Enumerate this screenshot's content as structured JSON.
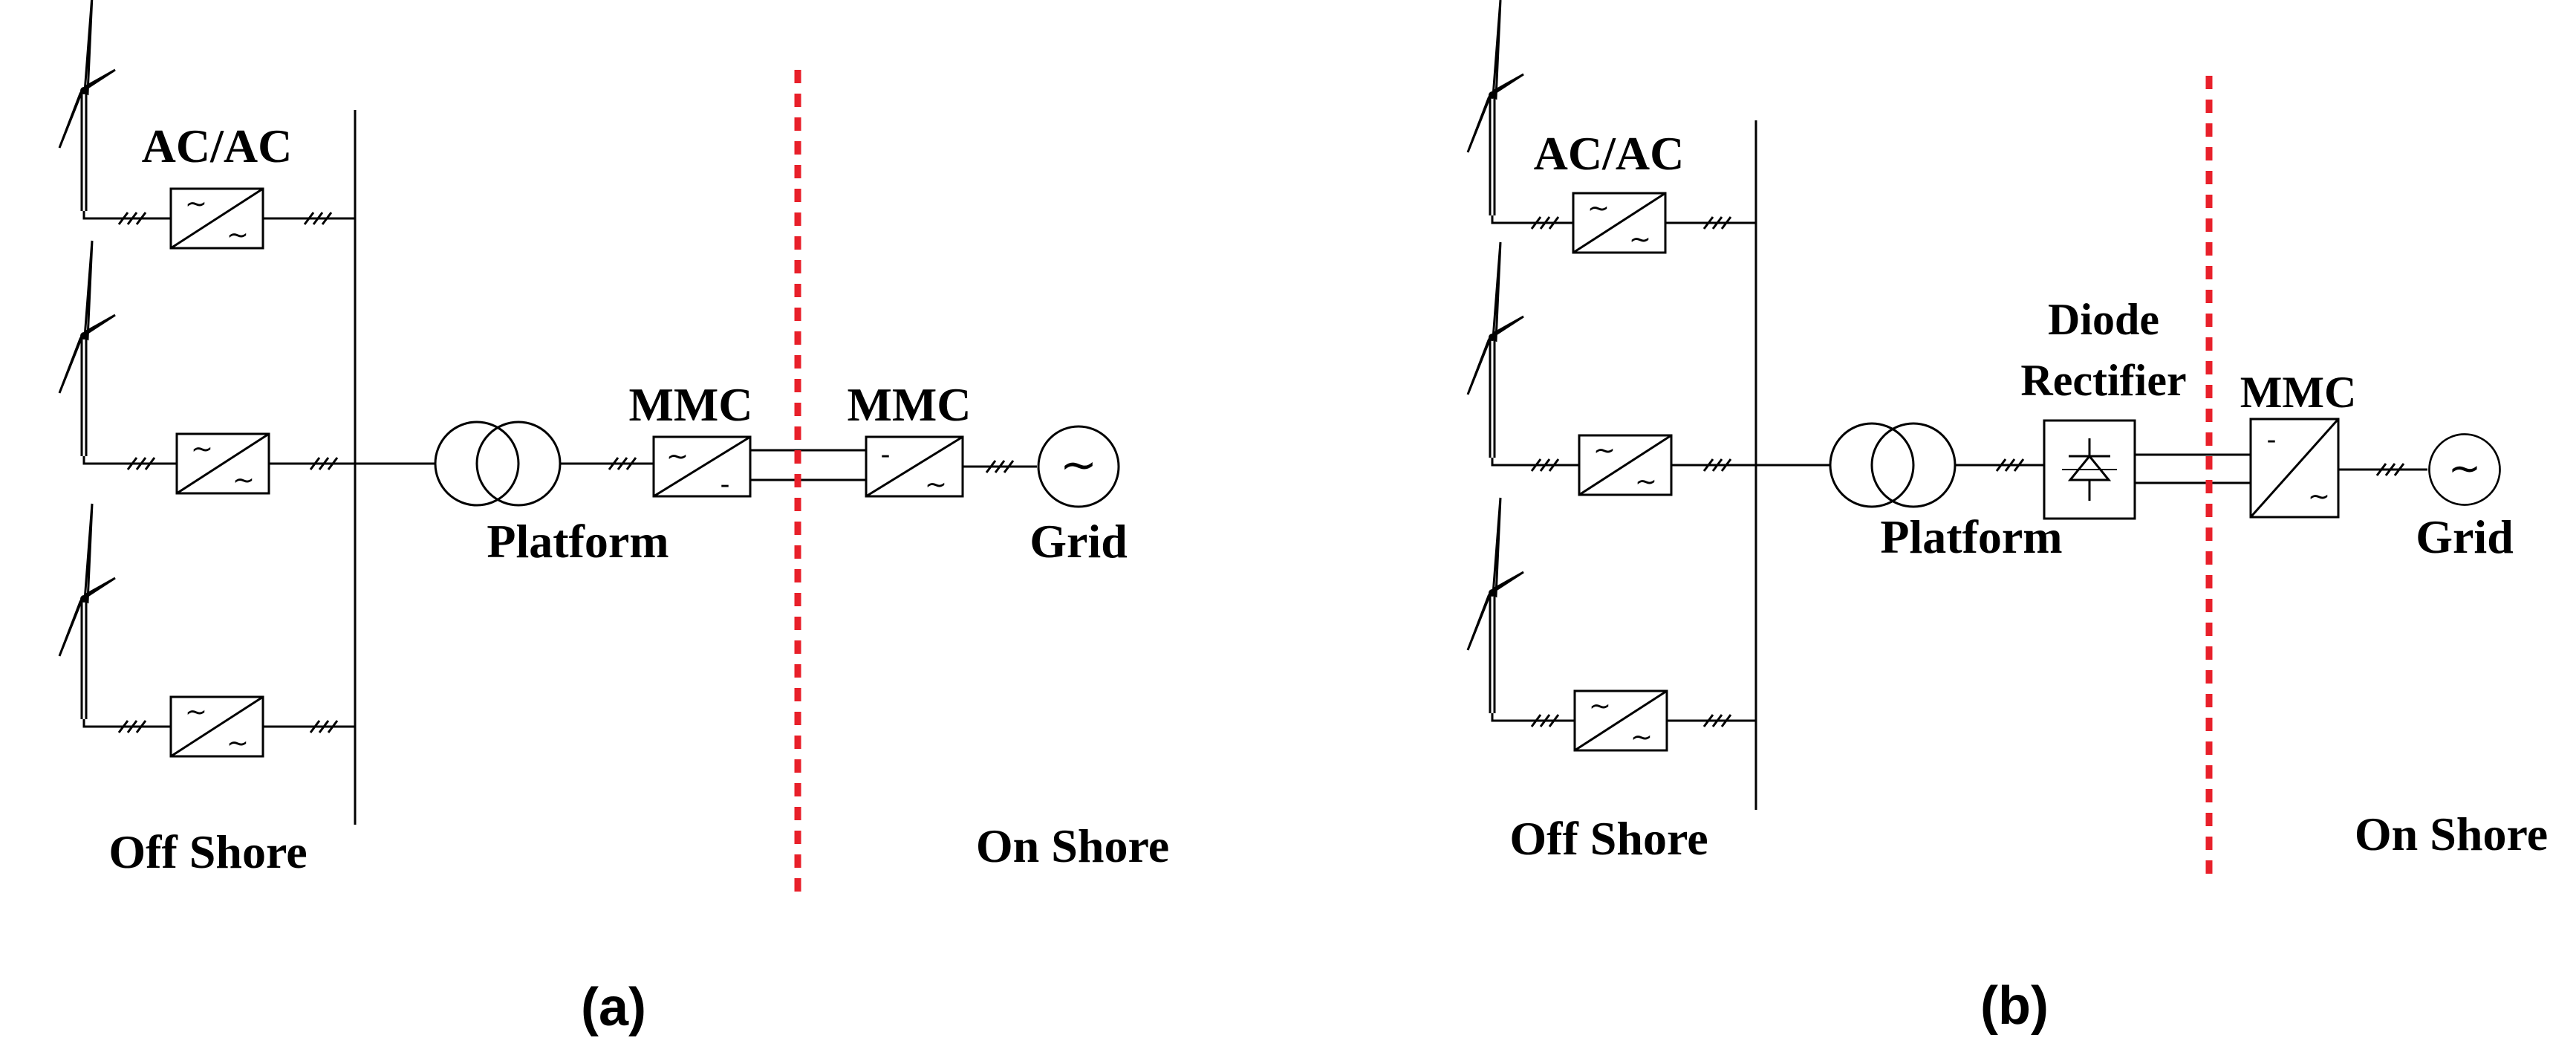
{
  "panel_a": {
    "caption": "(a)",
    "converter_label": "AC/AC",
    "offshore_label": "Off Shore",
    "onshore_label": "On Shore",
    "platform_label": "Platform",
    "mmc_offshore_label": "MMC",
    "mmc_onshore_label": "MMC",
    "grid_label": "Grid"
  },
  "panel_b": {
    "caption": "(b)",
    "converter_label": "AC/AC",
    "offshore_label": "Off Shore",
    "onshore_label": "On Shore",
    "platform_label": "Platform",
    "diode_label_line1": "Diode",
    "diode_label_line2": "Rectifier",
    "mmc_onshore_label": "MMC",
    "grid_label": "Grid"
  },
  "colors": {
    "line": "#000000",
    "boundary": "#e8202a",
    "background": "#ffffff"
  },
  "icons": {
    "turbine": "wind-turbine-icon",
    "converter": "converter-icon",
    "transformer": "transformer-icon",
    "grid_source": "ac-source-icon",
    "diode": "diode-icon",
    "three_phase": "three-phase-marker-icon"
  }
}
